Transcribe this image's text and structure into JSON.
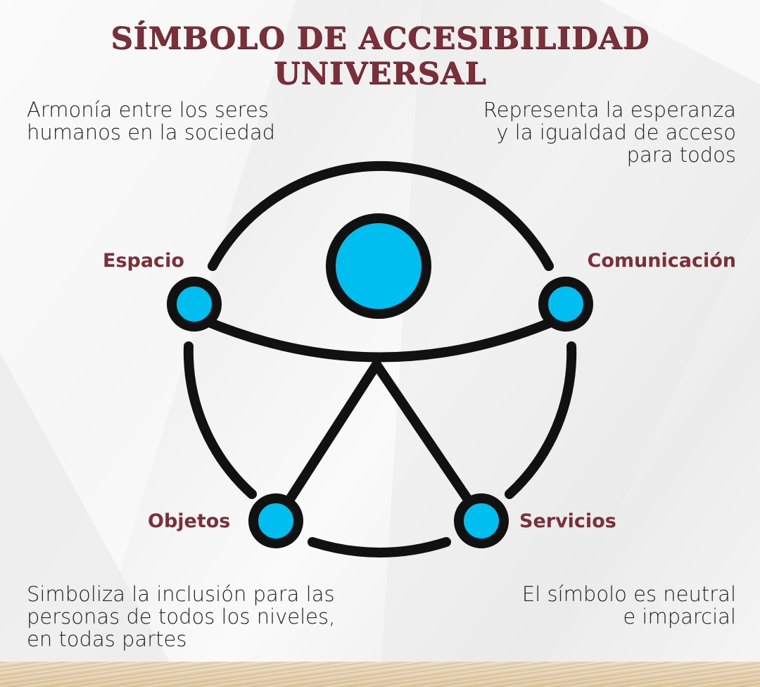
{
  "title": "SÍMBOLO DE ACCESIBILIDAD UNIVERSAL",
  "descriptions": {
    "top_left": [
      "Armonía entre los seres",
      "humanos en la sociedad"
    ],
    "top_right": [
      "Representa la esperanza",
      "y la igualdad de acceso",
      "para todos"
    ],
    "bottom_left": [
      "Simboliza la inclusión para las",
      "personas de todos los niveles,",
      "en todas partes"
    ],
    "bottom_right": [
      "El símbolo es neutral",
      "e imparcial"
    ]
  },
  "labels": {
    "left_hand": "Espacio",
    "right_hand": "Comunicación",
    "left_foot": "Objetos",
    "right_foot": "Servicios"
  },
  "colors": {
    "title": "#7a2f39",
    "node_fill": "#00bff0",
    "stroke": "#111111"
  },
  "icon": "universal-accessibility-icon"
}
